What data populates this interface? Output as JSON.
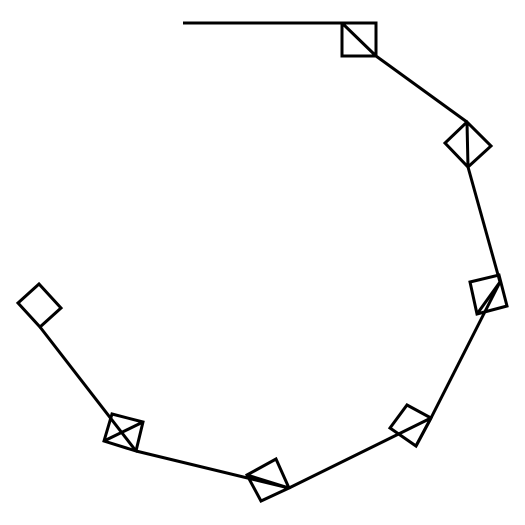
{
  "diagram": {
    "kind": "polyline-of-square-markers",
    "stroke_color": "#000000",
    "background_color": "#ffffff",
    "start_segment": {
      "name": "start-line"
    },
    "markers": [
      {
        "name": "square-marker-1"
      },
      {
        "name": "square-marker-2"
      },
      {
        "name": "square-marker-3"
      },
      {
        "name": "square-marker-4"
      },
      {
        "name": "square-marker-5"
      },
      {
        "name": "square-marker-6"
      },
      {
        "name": "square-marker-7"
      },
      {
        "name": "square-marker-8"
      }
    ]
  }
}
